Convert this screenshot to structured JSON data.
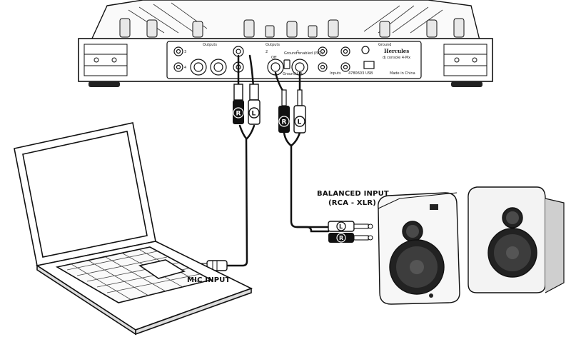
{
  "labels": {
    "balanced_input_line1": "BALANCED INPUT",
    "balanced_input_line2": "(RCA - XLR)",
    "mic_input": "MIC INPUT"
  },
  "controller": {
    "brand": "Hercules",
    "model": "dj console 4-Mx",
    "panel": {
      "outputs_left": "Outputs",
      "outputs_center": "Outputs",
      "ground_lift": "Ground Lift",
      "ground_on": "Ground enabled (ISO)",
      "ground_off": "Off",
      "inputs": "Inputs",
      "ground": "Ground",
      "usb": "USB",
      "serial": "4780603",
      "made_in": "Made in China",
      "jack_1": "1",
      "jack_2": "2",
      "jack_3": "3",
      "jack_4": "4"
    }
  },
  "plugs": {
    "right": "R",
    "left": "L"
  },
  "colors": {
    "outline": "#111111",
    "speaker_body": "#f2f2f2",
    "cable": "#111111"
  }
}
